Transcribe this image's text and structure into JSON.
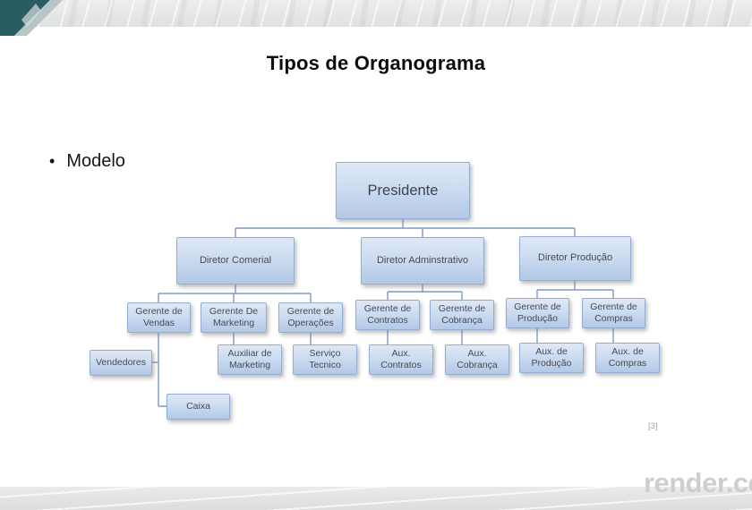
{
  "slide": {
    "title": "Tipos de Organograma",
    "bullet_marker": "•",
    "bullet": "Modelo",
    "reference": "[3]",
    "watermark": "render.co"
  },
  "org": {
    "nodes": {
      "presidente": "Presidente",
      "diretor_comercial": "Diretor Comerial",
      "diretor_administrativo": "Diretor Adminstrativo",
      "diretor_producao": "Diretor Produção",
      "gerente_vendas": "Gerente de Vendas",
      "gerente_marketing": "Gerente De Marketing",
      "gerente_operacoes": "Gerente de Operações",
      "gerente_contratos": "Gerente de Contratos",
      "gerente_cobranca": "Gerente de Cobrança",
      "gerente_producao": "Gerente de Produção",
      "gerente_compras": "Gerente de Compras",
      "vendedores": "Vendedores",
      "caixa": "Caixa",
      "auxiliar_marketing": "Auxiliar de Marketing",
      "servico_tecnico": "Serviço Tecnico",
      "aux_contratos": "Aux. Contratos",
      "aux_cobranca": "Aux. Cobrança",
      "aux_producao": "Aux. de Produção",
      "aux_compras": "Aux. de Compras"
    }
  },
  "colors": {
    "node_fill_top": "#dfe8f6",
    "node_fill_bottom": "#b2c8e6",
    "node_border": "#93add1",
    "connector": "#7e99c4",
    "logo_teal": "#2a5d63",
    "watermark_gray": "#cecece"
  }
}
